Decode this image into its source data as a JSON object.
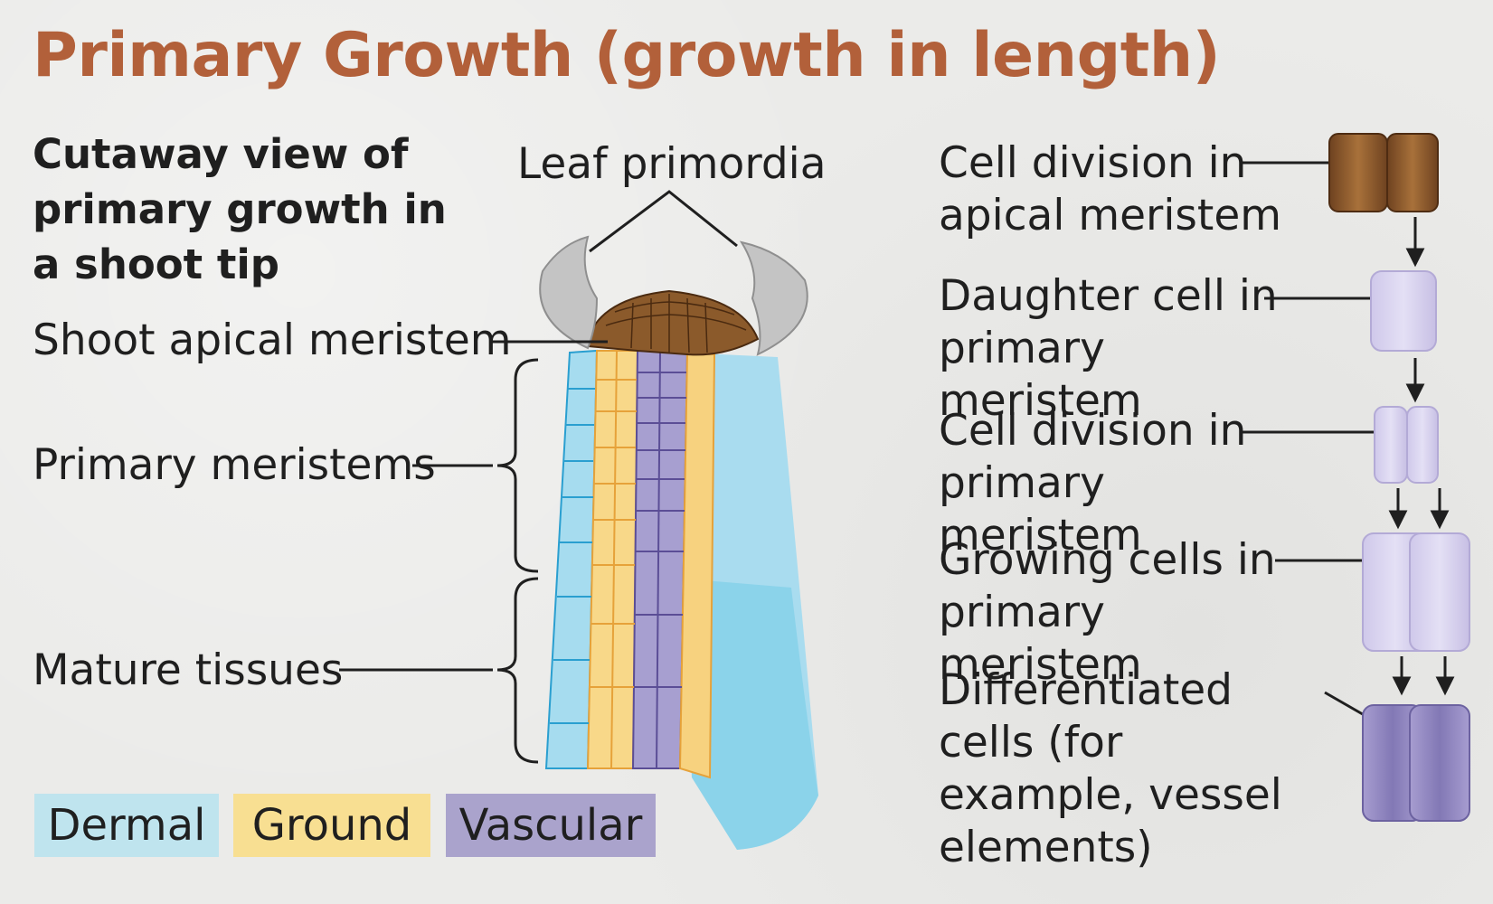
{
  "title": "Primary Growth (growth in length)",
  "subtitle": "Cutaway view of primary growth in a shoot tip",
  "labels": {
    "leaf_primordia": "Leaf primordia",
    "shoot_apical_meristem": "Shoot apical meristem",
    "primary_meristems": "Primary meristems",
    "mature_tissues": "Mature tissues"
  },
  "stages": [
    {
      "label": "Cell division in apical meristem"
    },
    {
      "label": "Daughter cell in primary meristem"
    },
    {
      "label": "Cell division in primary meristem"
    },
    {
      "label": "Growing cells in primary meristem"
    },
    {
      "label": "Differentiated cells (for example, vessel elements)"
    }
  ],
  "legend": [
    {
      "label": "Dermal",
      "color": "#bfe4ee"
    },
    {
      "label": "Ground",
      "color": "#f8df92"
    },
    {
      "label": "Vascular",
      "color": "#aaa3cc"
    }
  ],
  "colors": {
    "title": "#b2603a",
    "apical_brown": "#8b5a2b",
    "dermal": "#a6dcef",
    "ground": "#f7d27f",
    "vascular": "#9d93c6",
    "leaf_gray": "#b9b9b9"
  }
}
